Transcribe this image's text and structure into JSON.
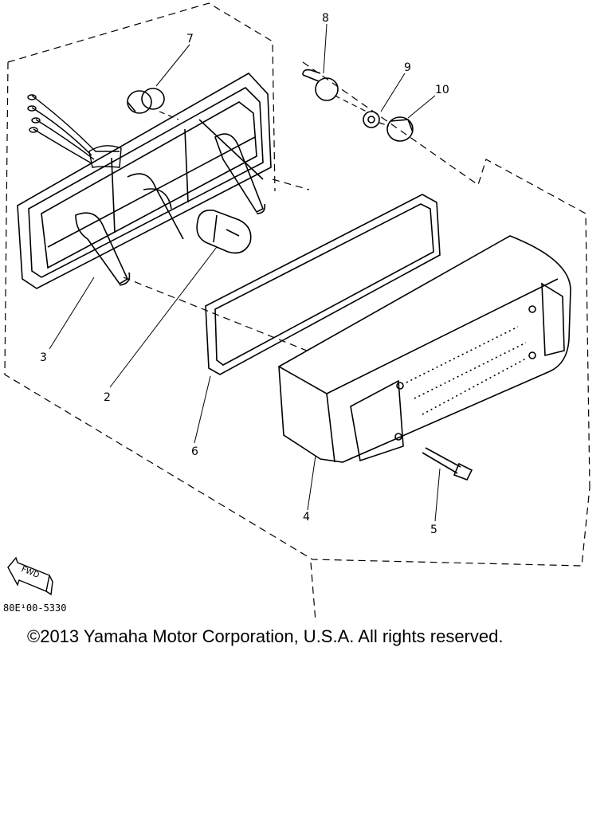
{
  "callouts": [
    {
      "id": "1",
      "label": "7"
    },
    {
      "id": "2",
      "label": "8"
    },
    {
      "id": "3",
      "label": "9"
    },
    {
      "id": "4",
      "label": "10"
    },
    {
      "id": "5",
      "label": "3"
    },
    {
      "id": "6",
      "label": "2"
    },
    {
      "id": "7",
      "label": "6"
    },
    {
      "id": "8",
      "label": "4"
    },
    {
      "id": "9",
      "label": "5"
    }
  ],
  "fwd_label": "FWD",
  "diagram_code": "80E¹00-5330",
  "copyright": "©2013 Yamaha Motor Corporation, U.S.A. All rights reserved."
}
